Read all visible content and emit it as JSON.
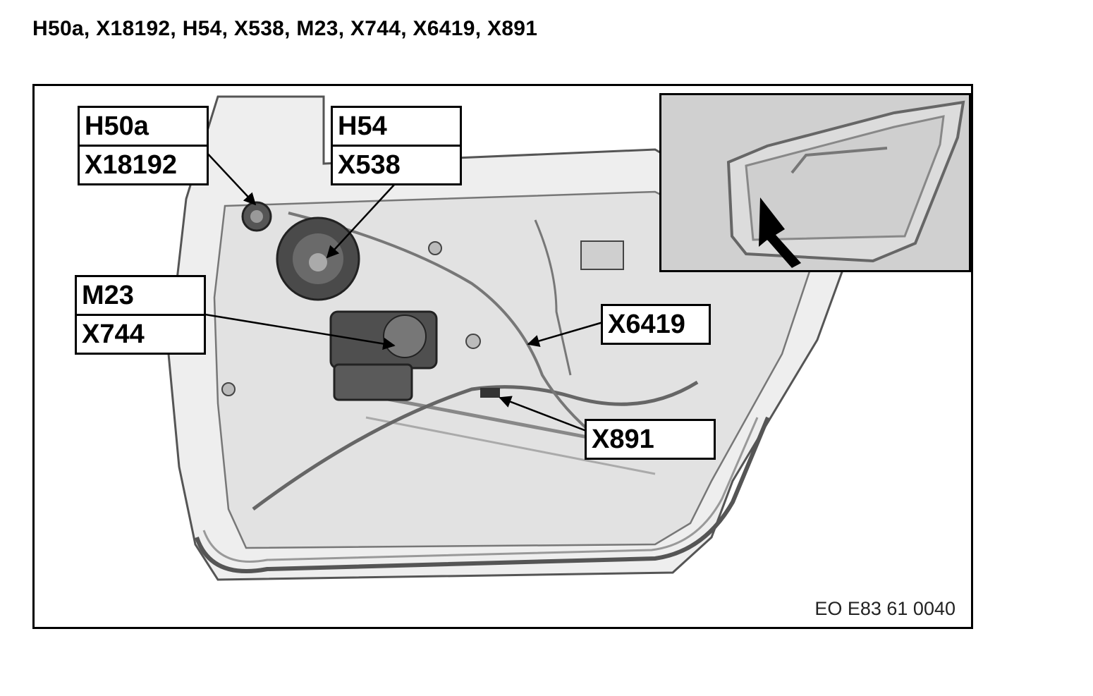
{
  "title": "H50a, X18192, H54, X538, M23, X744, X6419, X891",
  "figure": {
    "reference_code": "EO E83 61 0040",
    "callouts": {
      "h50a_x18192": [
        "H50a",
        "X18192"
      ],
      "h54_x538": [
        "H54",
        "X538"
      ],
      "m23_x744": [
        "M23",
        "X744"
      ],
      "x6419": "X6419",
      "x891": "X891"
    }
  },
  "colors": {
    "line": "#000000",
    "panel_fill": "#e6e6e6",
    "inset_fill": "#d0d0d0"
  }
}
